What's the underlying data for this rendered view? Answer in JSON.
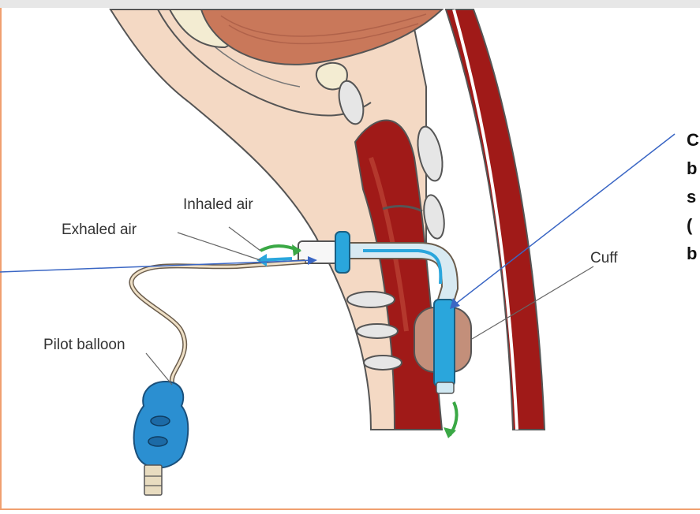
{
  "colors": {
    "top_bar": "#e7e7e7",
    "frame": "#f0a070",
    "tissue_pink": "#f4d9c4",
    "muscle": "#c9785a",
    "trachea_red": "#a01a18",
    "cartilage": "#e6e6e6",
    "tube_blue": "#2aa6dc",
    "pilot_blue": "#2b8fd1",
    "arrow_green": "#3aa845",
    "pointer_line": "#3a66c4"
  },
  "labels": {
    "inhaled_air": "Inhaled air",
    "exhaled_air": "Exhaled air",
    "cuff": "Cuff",
    "pilot_balloon": "Pilot balloon"
  },
  "side_note": [
    "C",
    "b",
    "s",
    "(",
    "b"
  ]
}
